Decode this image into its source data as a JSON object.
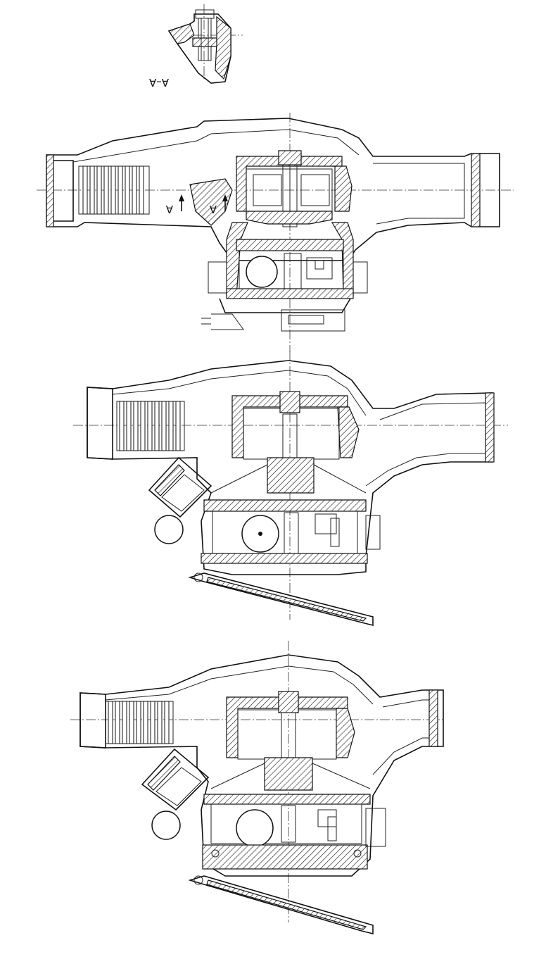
{
  "labels": {
    "section": "A–A",
    "arrow_left": "A",
    "arrow_right": "A"
  },
  "colors": {
    "background": "#ffffff",
    "ink": "#111111"
  }
}
